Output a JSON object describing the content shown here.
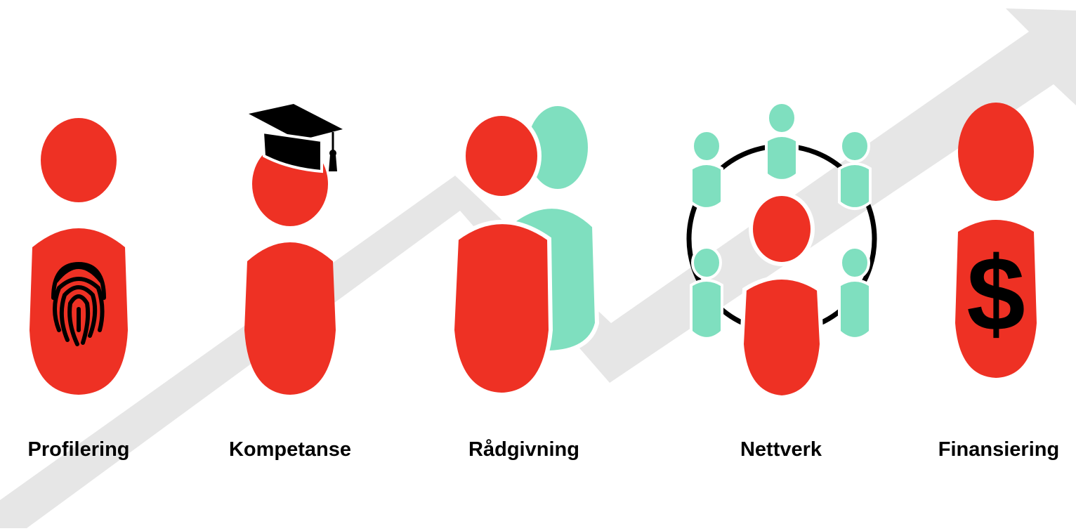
{
  "colors": {
    "figure": "#ee3124",
    "peer": "#7fdfbf",
    "ink": "#000000",
    "arrow": "#e6e6e6",
    "background": "#ffffff"
  },
  "steps": [
    {
      "label": "Profilering",
      "icon": "fingerprint-icon"
    },
    {
      "label": "Kompetanse",
      "icon": "graduation-cap-icon"
    },
    {
      "label": "Rådgivning",
      "icon": "advisor-pair-icon"
    },
    {
      "label": "Nettverk",
      "icon": "network-circle-icon"
    },
    {
      "label": "Finansiering",
      "icon": "dollar-icon"
    }
  ]
}
